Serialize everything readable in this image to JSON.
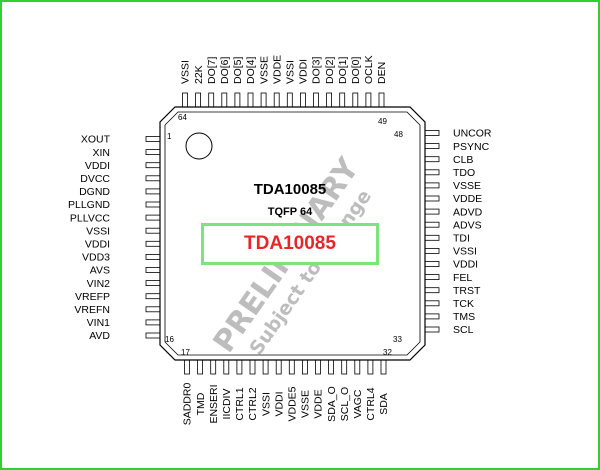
{
  "chip": {
    "part_number": "TDA10085",
    "package": "TQFP 64",
    "highlight_label": "TDA10085",
    "watermark_line1": "PRELIMINARY",
    "watermark_line2": "Subject to Change"
  },
  "pin_numbers": {
    "tl_top": "64",
    "tl_left": "1",
    "tr_top": "49",
    "tr_right": "48",
    "bl_left": "16",
    "bl_bottom": "17",
    "br_bottom": "32",
    "br_right": "33"
  },
  "pins": {
    "left": [
      "XOUT",
      "XIN",
      "VDDI",
      "DVCC",
      "DGND",
      "PLLGND",
      "PLLVCC",
      "VSSI",
      "VDDI",
      "VDD3",
      "AVS",
      "VIN2",
      "VREFP",
      "VREFN",
      "VIN1",
      "AVD"
    ],
    "right": [
      "UNCOR",
      "PSYNC",
      "CLB",
      "TDO",
      "VSSE",
      "VDDE",
      "ADVD",
      "ADVS",
      "TDI",
      "VSSI",
      "VDDI",
      "FEL",
      "TRST",
      "TCK",
      "TMS",
      "SCL"
    ],
    "top": [
      "VSSI",
      "22K",
      "DO[7]",
      "DO[6]",
      "DO[5]",
      "DO[4]",
      "VSSE",
      "VDDE",
      "VSSI",
      "VDDI",
      "DO[3]",
      "DO[2]",
      "DO[1]",
      "DO[0]",
      "OCLK",
      "DEN"
    ],
    "bottom": [
      "SADDR0",
      "TMD",
      "ENSERI",
      "IICDIV",
      "CTRL1",
      "CTRL2",
      "VSSI",
      "VDDI",
      "VDDE5",
      "VSSE",
      "VDDE",
      "SDA_O",
      "SCL_O",
      "VAGC",
      "CTRL4",
      "SDA"
    ]
  },
  "colors": {
    "frame": "#2fd12f",
    "highlight_border": "#7ee27e",
    "highlight_text": "#e8262a",
    "watermark": "#bdbdbd"
  }
}
